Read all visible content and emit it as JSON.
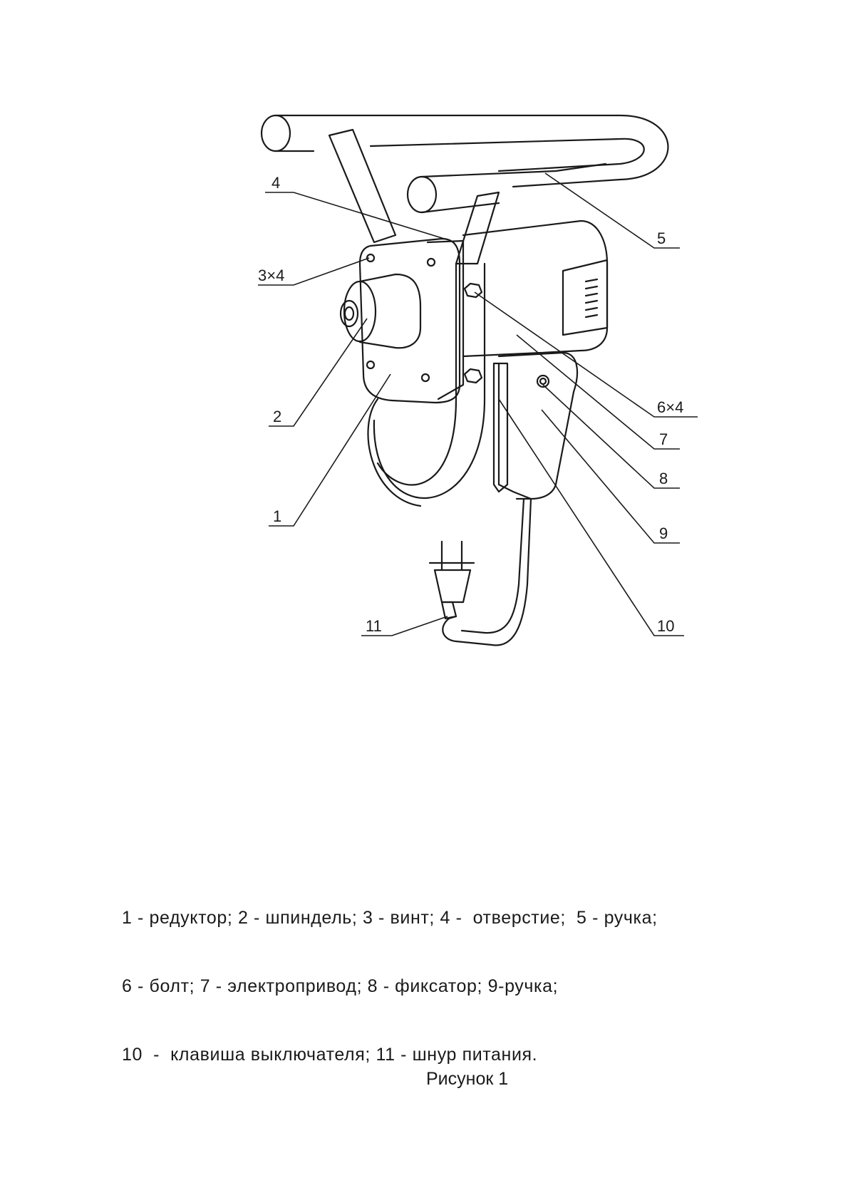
{
  "callouts": [
    {
      "id": "1",
      "label": "1"
    },
    {
      "id": "2",
      "label": "2"
    },
    {
      "id": "3",
      "label": "3×4"
    },
    {
      "id": "4",
      "label": "4"
    },
    {
      "id": "5",
      "label": "5"
    },
    {
      "id": "6",
      "label": "6×4"
    },
    {
      "id": "7",
      "label": "7"
    },
    {
      "id": "8",
      "label": "8"
    },
    {
      "id": "9",
      "label": "9"
    },
    {
      "id": "10",
      "label": "10"
    },
    {
      "id": "11",
      "label": "11"
    }
  ],
  "legend": {
    "line1": "1 - редуктор; 2 - шпиндель; 3 - винт; 4 -  отверстие;  5 - ручка;",
    "line2": "6 - болт; 7 - электропривод; 8 - фиксатор; 9-ручка;",
    "line3": "10  -  клавиша выключателя; 11 - шнур питания."
  },
  "caption": "Рисунок 1"
}
